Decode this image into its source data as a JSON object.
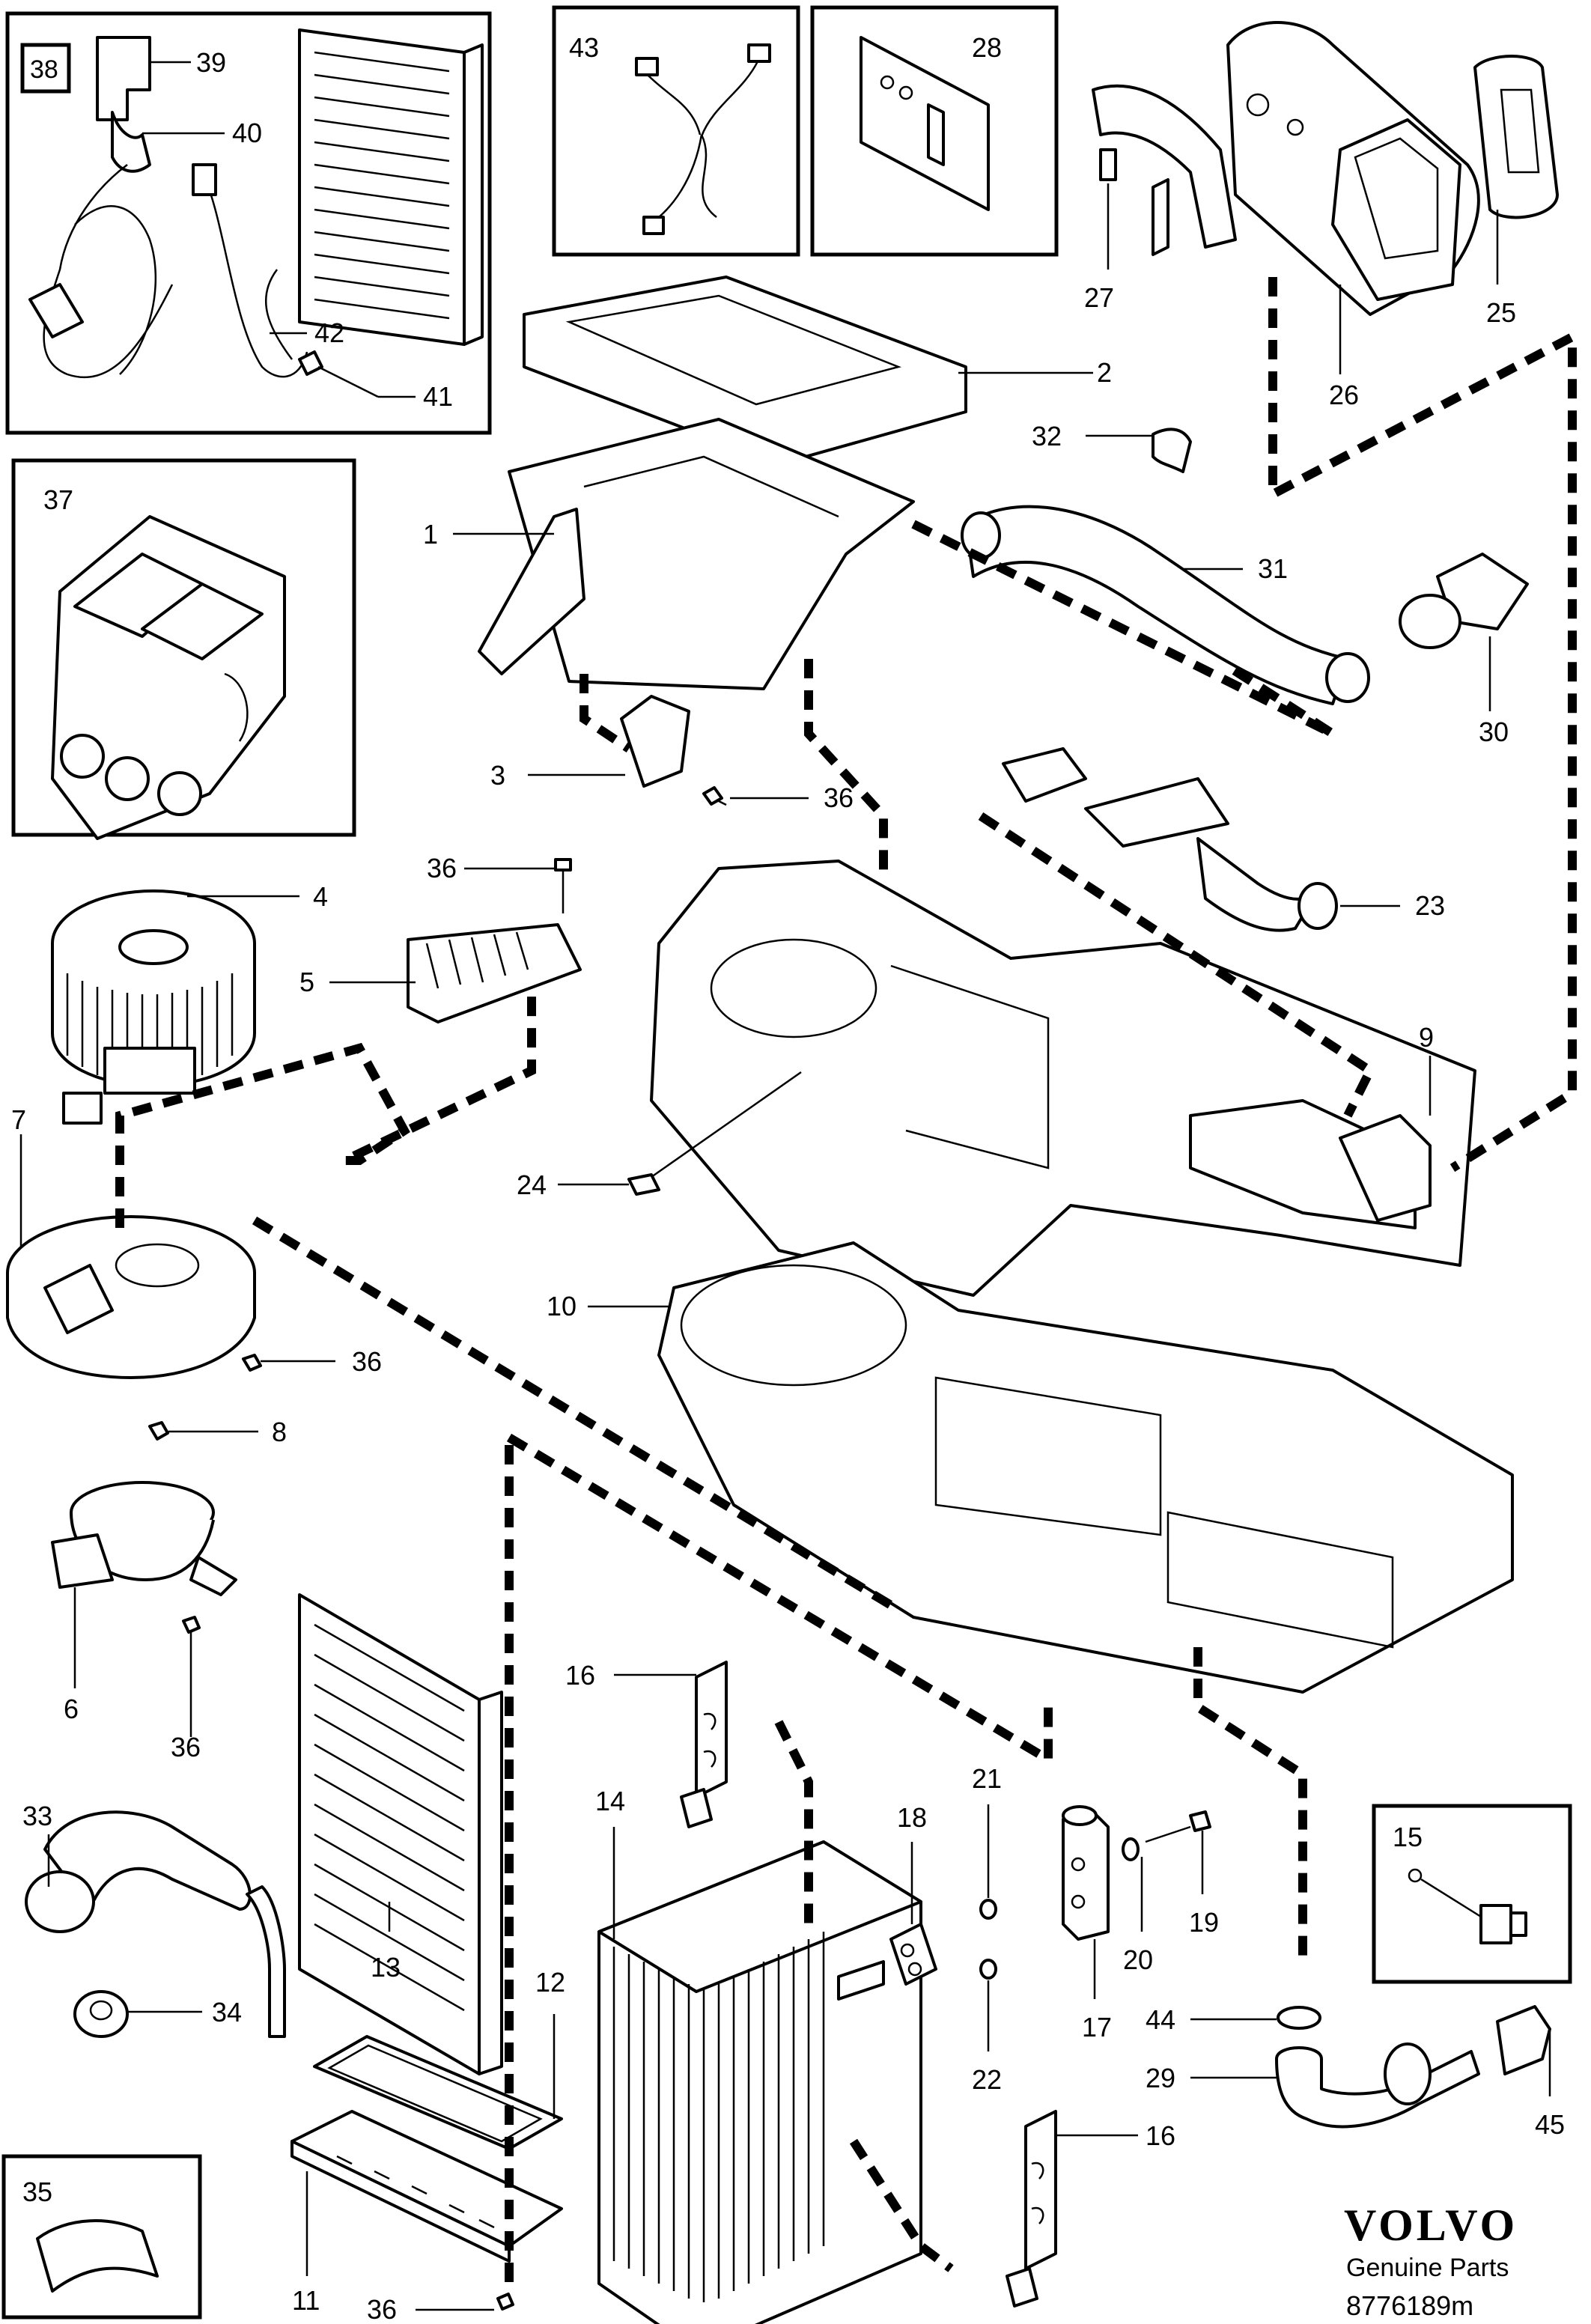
{
  "callouts": {
    "n1": "1",
    "n2": "2",
    "n3": "3",
    "n4": "4",
    "n5": "5",
    "n6": "6",
    "n7": "7",
    "n8": "8",
    "n9": "9",
    "n10": "10",
    "n11": "11",
    "n12": "12",
    "n13": "13",
    "n14": "14",
    "n15": "15",
    "n16a": "16",
    "n16b": "16",
    "n17": "17",
    "n18": "18",
    "n19": "19",
    "n20": "20",
    "n21": "21",
    "n22": "22",
    "n23": "23",
    "n24": "24",
    "n25": "25",
    "n26": "26",
    "n27": "27",
    "n28": "28",
    "n29": "29",
    "n30": "30",
    "n31": "31",
    "n32": "32",
    "n33": "33",
    "n34": "34",
    "n35": "35",
    "n36a": "36",
    "n36b": "36",
    "n36c": "36",
    "n36d": "36",
    "n36e": "36",
    "n37": "37",
    "n38": "38",
    "n39": "39",
    "n40": "40",
    "n41": "41",
    "n42": "42",
    "n43": "43",
    "n44": "44",
    "n45": "45"
  },
  "brand": {
    "logo": "VOLVO",
    "subtitle": "Genuine Parts",
    "drawing_number": "8776189m"
  },
  "style": {
    "ink": "#000000",
    "paper": "#ffffff"
  }
}
